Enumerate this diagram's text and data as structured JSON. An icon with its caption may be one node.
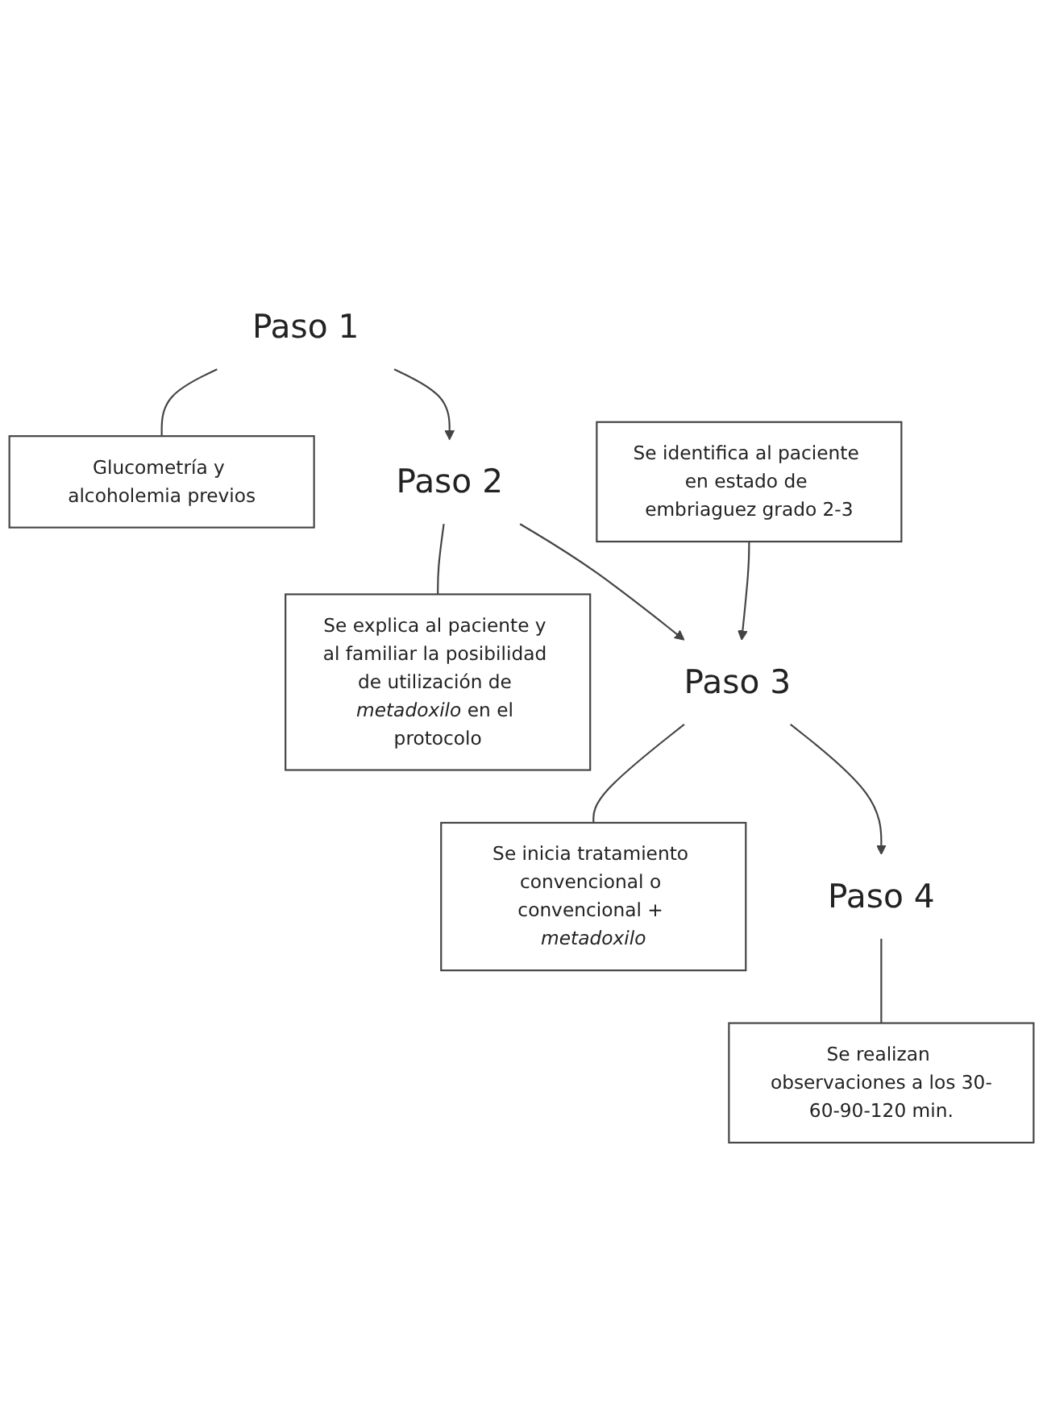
{
  "diagram": {
    "nodes": [
      {
        "text": [
          "Paso 1"
        ]
      },
      {
        "text": [
          "Glucometría y alcoholemia previos"
        ]
      },
      {
        "text": [
          "Paso 2"
        ]
      },
      {
        "text": [
          "Se explica al paciente y al familiar la posibilidad de utilización de *metadoxilo* en el protocolo"
        ]
      },
      {
        "text": [
          "Se identifica al paciente en estado de embriaguez grado 2-3"
        ]
      },
      {
        "text": [
          "Paso 3"
        ]
      },
      {
        "text": [
          "Se inicia tratamiento convencional o convencional + *metadoxilo*"
        ]
      },
      {
        "text": [
          "Paso 4"
        ]
      },
      {
        "text": [
          "Se realizan observaciones a los 30-60-90-120 min."
        ]
      }
    ],
    "edges": [
      {
        "from": 0,
        "to": 1,
        "arrow": "none"
      },
      {
        "from": 0,
        "to": 2,
        "arrow": "to"
      },
      {
        "from": 2,
        "to": 3,
        "arrow": "none"
      },
      {
        "from": 2,
        "to": 5,
        "arrow": "to"
      },
      {
        "from": 4,
        "to": 5,
        "arrow": "to"
      },
      {
        "from": 5,
        "to": 6,
        "arrow": "none"
      },
      {
        "from": 5,
        "to": 7,
        "arrow": "to"
      },
      {
        "from": 7,
        "to": 8,
        "arrow": "none"
      }
    ]
  }
}
